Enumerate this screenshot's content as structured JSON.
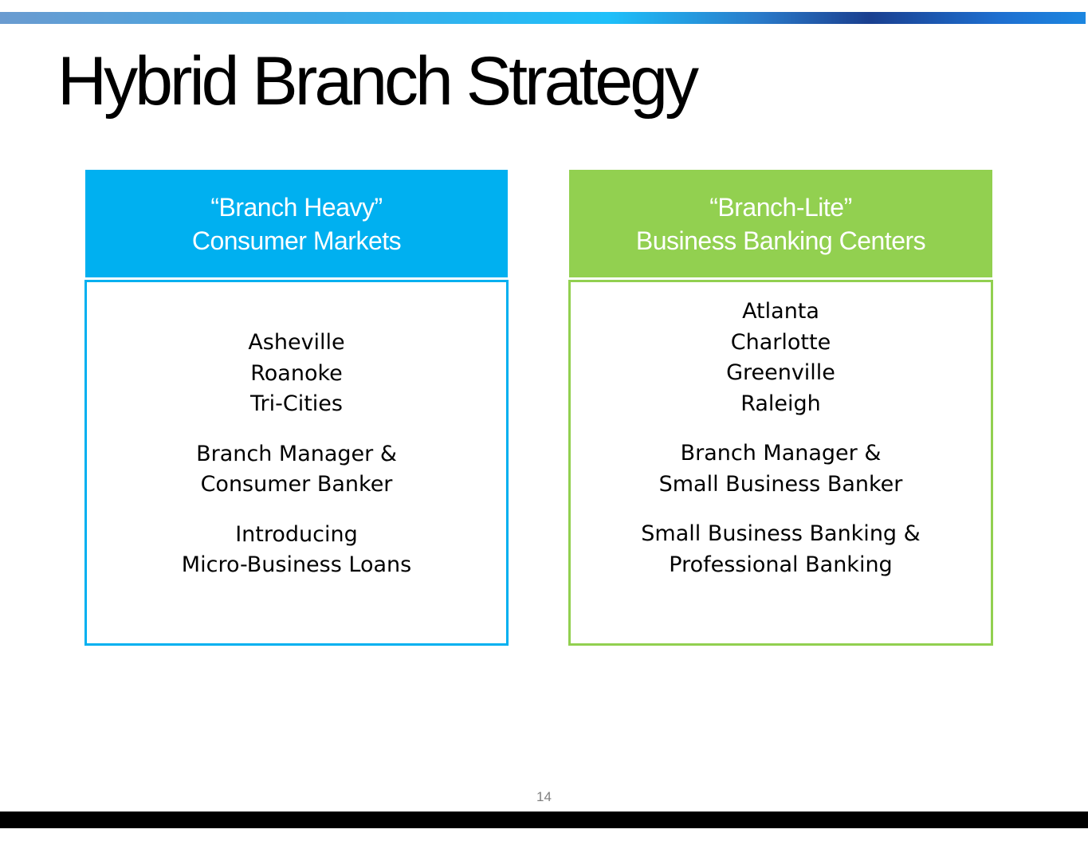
{
  "title": "Hybrid Branch Strategy",
  "left": {
    "header": [
      "“Branch Heavy”",
      "Consumer Markets"
    ],
    "groups": [
      [
        "Asheville",
        "Roanoke",
        "Tri-Cities"
      ],
      [
        "Branch Manager &",
        "Consumer Banker"
      ],
      [
        "Introducing",
        "Micro-Business Loans"
      ]
    ]
  },
  "right": {
    "header": [
      "“Branch-Lite”",
      "Business Banking Centers"
    ],
    "groups": [
      [
        "Atlanta",
        "Charlotte",
        "Greenville",
        "Raleigh"
      ],
      [
        "Branch Manager &",
        "Small Business Banker"
      ],
      [
        "Small Business Banking &",
        "Professional Banking"
      ]
    ]
  },
  "page_number": "14",
  "colors": {
    "left_accent": "#00b0f0",
    "right_accent": "#92d050"
  }
}
